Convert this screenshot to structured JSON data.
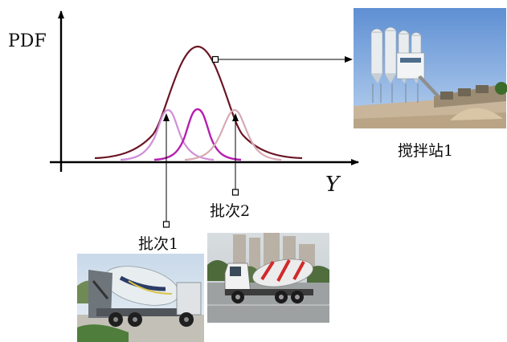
{
  "axes": {
    "y_label": "PDF",
    "x_label": "Y"
  },
  "labels": {
    "plant": "搅拌站1",
    "batch1": "批次1",
    "batch2": "批次2"
  },
  "photos": {
    "plant": "concrete batching plant with silos",
    "truck_left": "concrete mixer truck (side-rear view)",
    "truck_right": "concrete mixer truck (side view)"
  },
  "colors": {
    "main_curve": "#6b1524",
    "batch1_curve": "#cf8fd8",
    "batch_mid_curve": "#b51fb0",
    "batch2_curve": "#d7aab4",
    "axis": "#000000"
  }
}
